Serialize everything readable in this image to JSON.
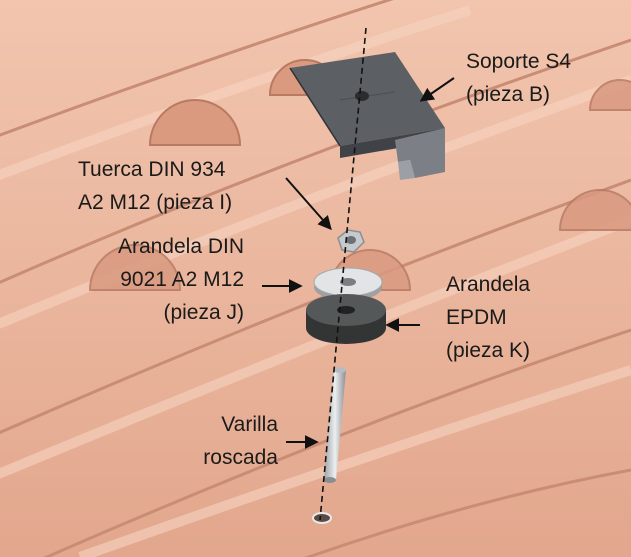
{
  "labels": {
    "soporte": {
      "line1": "Soporte S4",
      "line2": "(pieza B)"
    },
    "tuerca": {
      "line1": "Tuerca DIN 934",
      "line2": "A2 M12 (pieza I)"
    },
    "arandela_din": {
      "line1": "Arandela DIN",
      "line2": "9021 A2 M12",
      "line3": "(pieza J)"
    },
    "arandela_epdm": {
      "line1": "Arandela",
      "line2": "EPDM",
      "line3": "(pieza K)"
    },
    "varilla": {
      "line1": "Varilla",
      "line2": "roscada"
    }
  },
  "colors": {
    "tile": "#e9b49a",
    "tile_shadow": "#c98c74",
    "bracket": "#8f9398",
    "washer_rubber": "#4a4c4c",
    "washer_steel": "#dadcde",
    "text": "#1a1a1a"
  }
}
